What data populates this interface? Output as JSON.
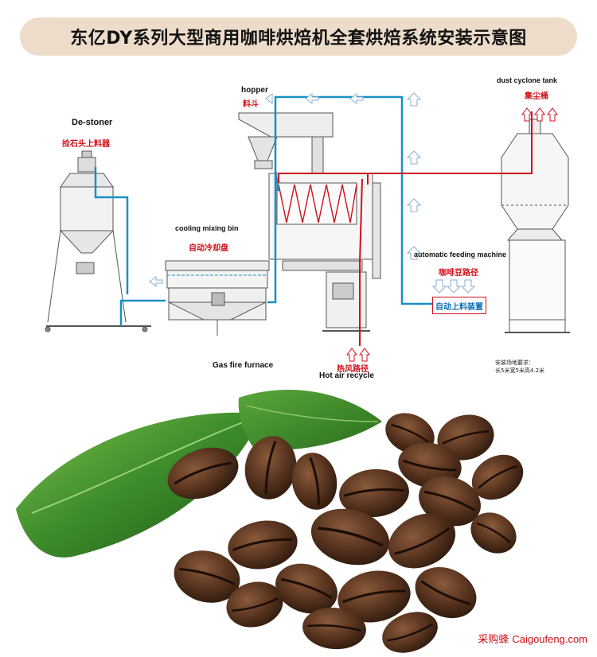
{
  "header": {
    "title": "东亿DY系列大型商用咖啡烘焙机全套烘焙系统安装示意图"
  },
  "labels": {
    "hopper_en": "hopper",
    "hopper_cn": "料斗",
    "destoner_en": "De-stoner",
    "destoner_cn": "捡石头上料器",
    "dust_tank_en": "dust cyclone tank",
    "dust_tank_cn": "集尘桶",
    "cooling_en": "cooling mixing bin",
    "cooling_cn": "自动冷却盘",
    "feeding_en": "automatic feeding machine",
    "feeding_cn": "咖啡豆路径",
    "feeding_box": "自动上料装置",
    "gas_furnace_en": "Gas fire furnace",
    "hot_air_cn": "热风路径",
    "hot_air_en": "Hot air recycle",
    "site_req_1": "安装场地要求：",
    "site_req_2": "长5米宽5米高4.2米"
  },
  "watermark": {
    "cn": "采购蜂",
    "en": "Caigoufeng.com"
  },
  "colors": {
    "bean_path": "#1a8fc4",
    "hot_air_path": "#d0101a",
    "banner_bg": "#eedccb"
  }
}
